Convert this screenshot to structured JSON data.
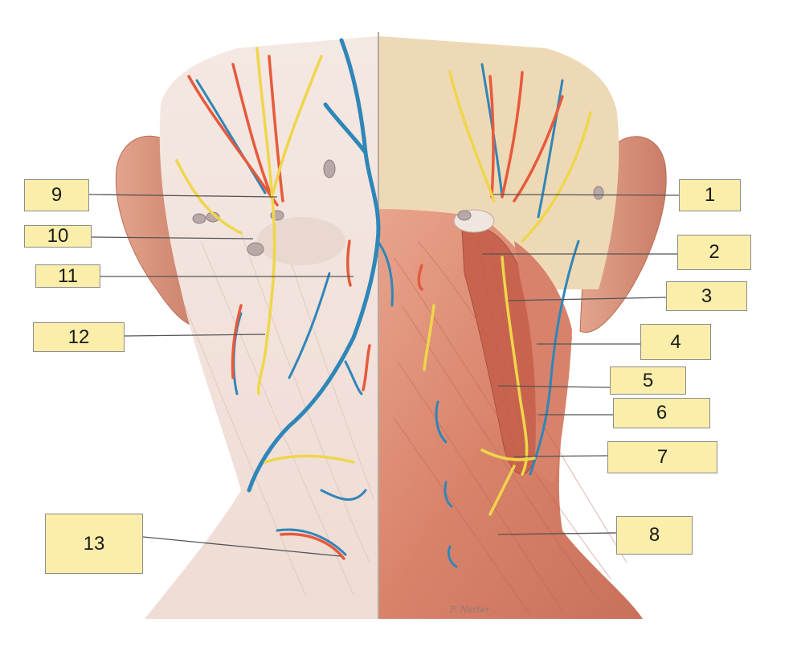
{
  "figure": {
    "labels": [
      {
        "id": "label-1",
        "text": "1"
      },
      {
        "id": "label-2",
        "text": "2"
      },
      {
        "id": "label-3",
        "text": "3"
      },
      {
        "id": "label-4",
        "text": "4"
      },
      {
        "id": "label-5",
        "text": "5"
      },
      {
        "id": "label-6",
        "text": "6"
      },
      {
        "id": "label-7",
        "text": "7"
      },
      {
        "id": "label-8",
        "text": "8"
      },
      {
        "id": "label-9",
        "text": "9"
      },
      {
        "id": "label-10",
        "text": "10"
      },
      {
        "id": "label-11",
        "text": "11"
      },
      {
        "id": "label-12",
        "text": "12"
      },
      {
        "id": "label-13",
        "text": "13"
      }
    ],
    "signature": "F. Netter",
    "colors": {
      "label_fill": "#fbeeaa",
      "label_border": "#8c8c8c",
      "leader_line": "#555555",
      "artery": "#e65a3c",
      "vein": "#2f86b8",
      "nerve": "#efd64a",
      "muscle": "#d9826a",
      "fascia": "#f3e4dc",
      "skin_ear": "#dc9a82"
    }
  }
}
